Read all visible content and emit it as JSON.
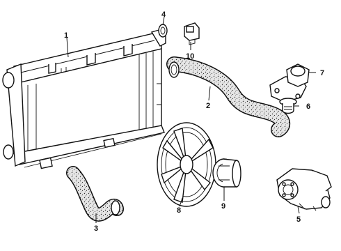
{
  "diagram": {
    "callouts": [
      {
        "id": "radiator",
        "number": "1"
      },
      {
        "id": "upper-hose",
        "number": "2"
      },
      {
        "id": "lower-hose",
        "number": "3"
      },
      {
        "id": "radiator-cap",
        "number": "4"
      },
      {
        "id": "water-pump",
        "number": "5"
      },
      {
        "id": "thermostat",
        "number": "6"
      },
      {
        "id": "thermostat-housing",
        "number": "7"
      },
      {
        "id": "fan",
        "number": "8"
      },
      {
        "id": "fan-clutch",
        "number": "9"
      },
      {
        "id": "reservoir-cap",
        "number": "10"
      }
    ]
  }
}
